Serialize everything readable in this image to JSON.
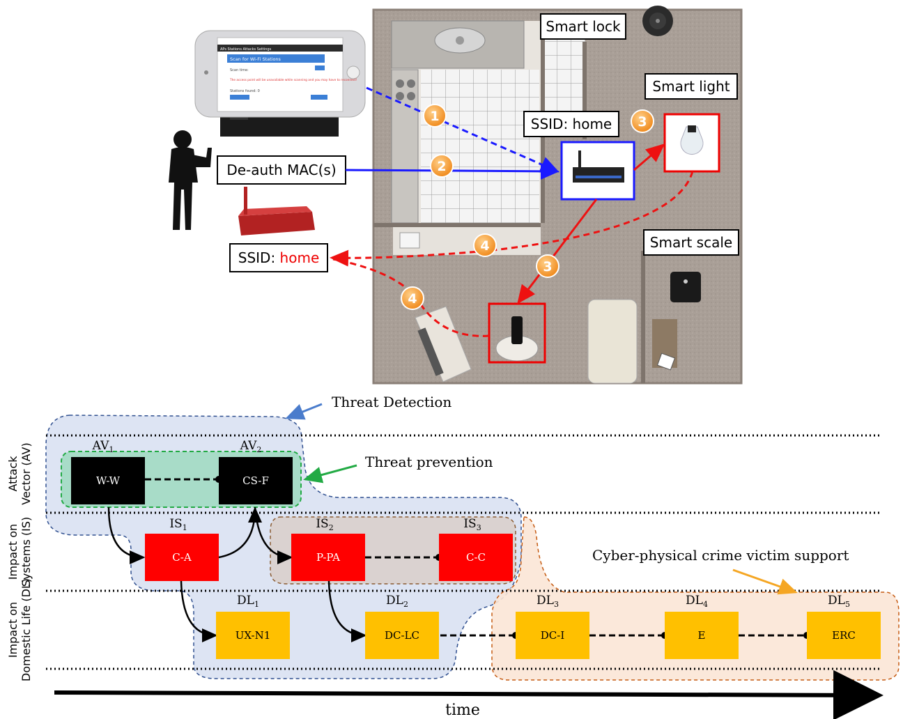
{
  "top": {
    "labels": {
      "smart_lock": "Smart lock",
      "smart_light": "Smart light",
      "smart_scale": "Smart scale",
      "ssid_home": "SSID: home",
      "deauth": "De-auth MAC(s)",
      "ssid_rogue_prefix": "SSID: ",
      "ssid_rogue_name": "home"
    },
    "steps": [
      "1",
      "2",
      "3",
      "4",
      "3",
      "4"
    ],
    "phone_ui": {
      "title": "Scan for Wi-Fi Stations",
      "tabs": "APs  Stations  Attacks  Settings",
      "scan_time": "Scan time:",
      "warning": "The access point will be unavailable while scanning and you may have to reconnect!",
      "found": "Stations found: 0"
    }
  },
  "bottom": {
    "threat_detection": "Threat Detection",
    "threat_prevention": "Threat prevention",
    "victim_support": "Cyber-physical crime victim support",
    "time": "time",
    "rows": [
      {
        "line1": "Attack",
        "line2": "Vector (AV)"
      },
      {
        "line1": "Impact on",
        "line2": "Systems (IS)"
      },
      {
        "line1": "Impact on",
        "line2": "Domestic Life (DL)"
      }
    ],
    "nodes": {
      "av1": {
        "tag": "AV",
        "sub": "1",
        "label": "W-W"
      },
      "av2": {
        "tag": "AV",
        "sub": "2",
        "label": "CS-F"
      },
      "is1": {
        "tag": "IS",
        "sub": "1",
        "label": "C-A"
      },
      "is2": {
        "tag": "IS",
        "sub": "2",
        "label": "P-PA"
      },
      "is3": {
        "tag": "IS",
        "sub": "3",
        "label": "C-C"
      },
      "dl1": {
        "tag": "DL",
        "sub": "1",
        "label": "UX-N1"
      },
      "dl2": {
        "tag": "DL",
        "sub": "2",
        "label": "DC-LC"
      },
      "dl3": {
        "tag": "DL",
        "sub": "3",
        "label": "DC-I"
      },
      "dl4": {
        "tag": "DL",
        "sub": "4",
        "label": "E"
      },
      "dl5": {
        "tag": "DL",
        "sub": "5",
        "label": "ERC"
      }
    },
    "colors": {
      "av": "#000000",
      "is": "#ff0000",
      "dl": "#ffc000",
      "detection_fill": "#d9e1f2",
      "prevention_fill": "#a8dcc8",
      "support_fill": "#fbe5d6"
    }
  }
}
